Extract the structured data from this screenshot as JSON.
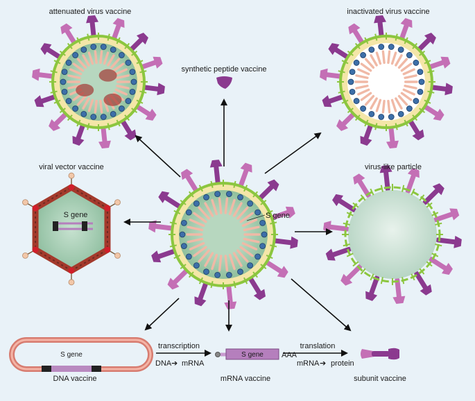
{
  "labels": {
    "attenuated": "attenuated virus vaccine",
    "inactivated": "inactivated virus vaccine",
    "synthetic": "synthetic peptide vaccine",
    "viral_vector": "viral vector vaccine",
    "vlp": "virus-like particle",
    "s_gene_center": "S gene",
    "s_gene_vector": "S gene",
    "s_gene_dna": "S gene",
    "s_gene_mrna": "S gene",
    "aaa": "AAA",
    "transcription": "transcription",
    "dna_to_mrna_a": "DNA",
    "dna_to_mrna_b": "mRNA",
    "translation": "translation",
    "mrna_to_protein_a": "mRNA",
    "mrna_to_protein_b": "protein",
    "dna_vaccine": "DNA vaccine",
    "mrna_vaccine": "mRNA vaccine",
    "subunit": "subunit vaccine"
  },
  "colors": {
    "background": "#e9f2f8",
    "spike": "#8b3a8f",
    "spike_light": "#c46fb5",
    "envelope": "#f4e6a8",
    "membrane_green": "#8cc63f",
    "core": "#a9cfb3",
    "rna": "#f0b9a6",
    "nucleocapsid": "#3d6fa8",
    "dna": "#e3877a",
    "vector_shell": "#a43a2c"
  }
}
